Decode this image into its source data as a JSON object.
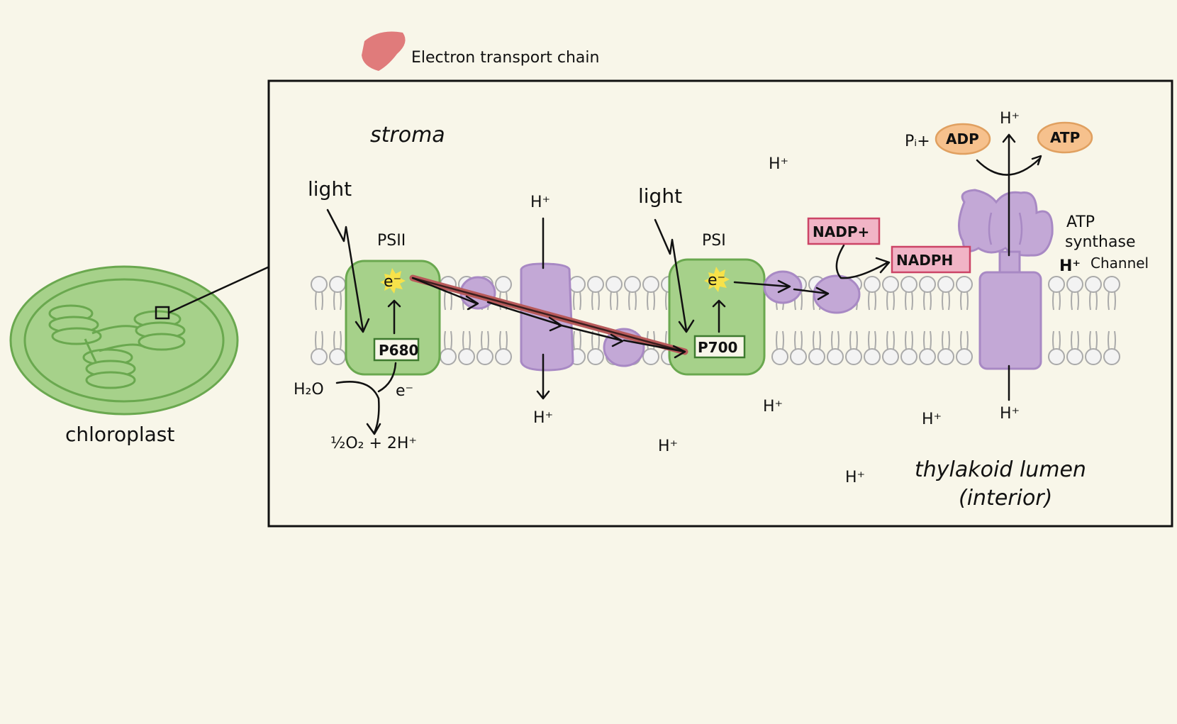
{
  "legend": {
    "label": "Electron transport chain",
    "color": "#e07b7b"
  },
  "labels": {
    "chloroplast": "chloroplast",
    "stroma": "stroma",
    "light_1": "light",
    "light_2": "light",
    "psii": "PSII",
    "psi": "PSI",
    "p680": "P680",
    "p700": "P700",
    "electron_1": "e⁻",
    "electron_2": "e⁻",
    "electron_3": "e⁻",
    "water": "H₂O",
    "water_products": "½O₂ + 2H⁺",
    "nadp": "NADP+",
    "nadph": "NADPH",
    "pi": "Pᵢ+",
    "adp": "ADP",
    "atp": "ATP",
    "atp_synthase_line1": "ATP",
    "atp_synthase_line2": "synthase",
    "h_channel_h": "H⁺",
    "h_channel_text": "Channel",
    "lumen_line1": "thylakoid lumen",
    "lumen_line2": "(interior)",
    "proton": "H⁺"
  },
  "colors": {
    "background": "#f8f6e9",
    "chloroplast_fill": "#a6d18a",
    "chloroplast_stroke": "#6aa84f",
    "photosystem_fill": "#a6d18a",
    "carrier_fill": "#c3a8d6",
    "carrier_stroke": "#a889c4",
    "nadp_fill": "#f1b4c6",
    "nadp_stroke": "#cc4466",
    "adp_fill": "#f6c18d",
    "adp_stroke": "#e0a060",
    "electron_star": "#f7e24a",
    "etc_line": "#b85a5a"
  }
}
